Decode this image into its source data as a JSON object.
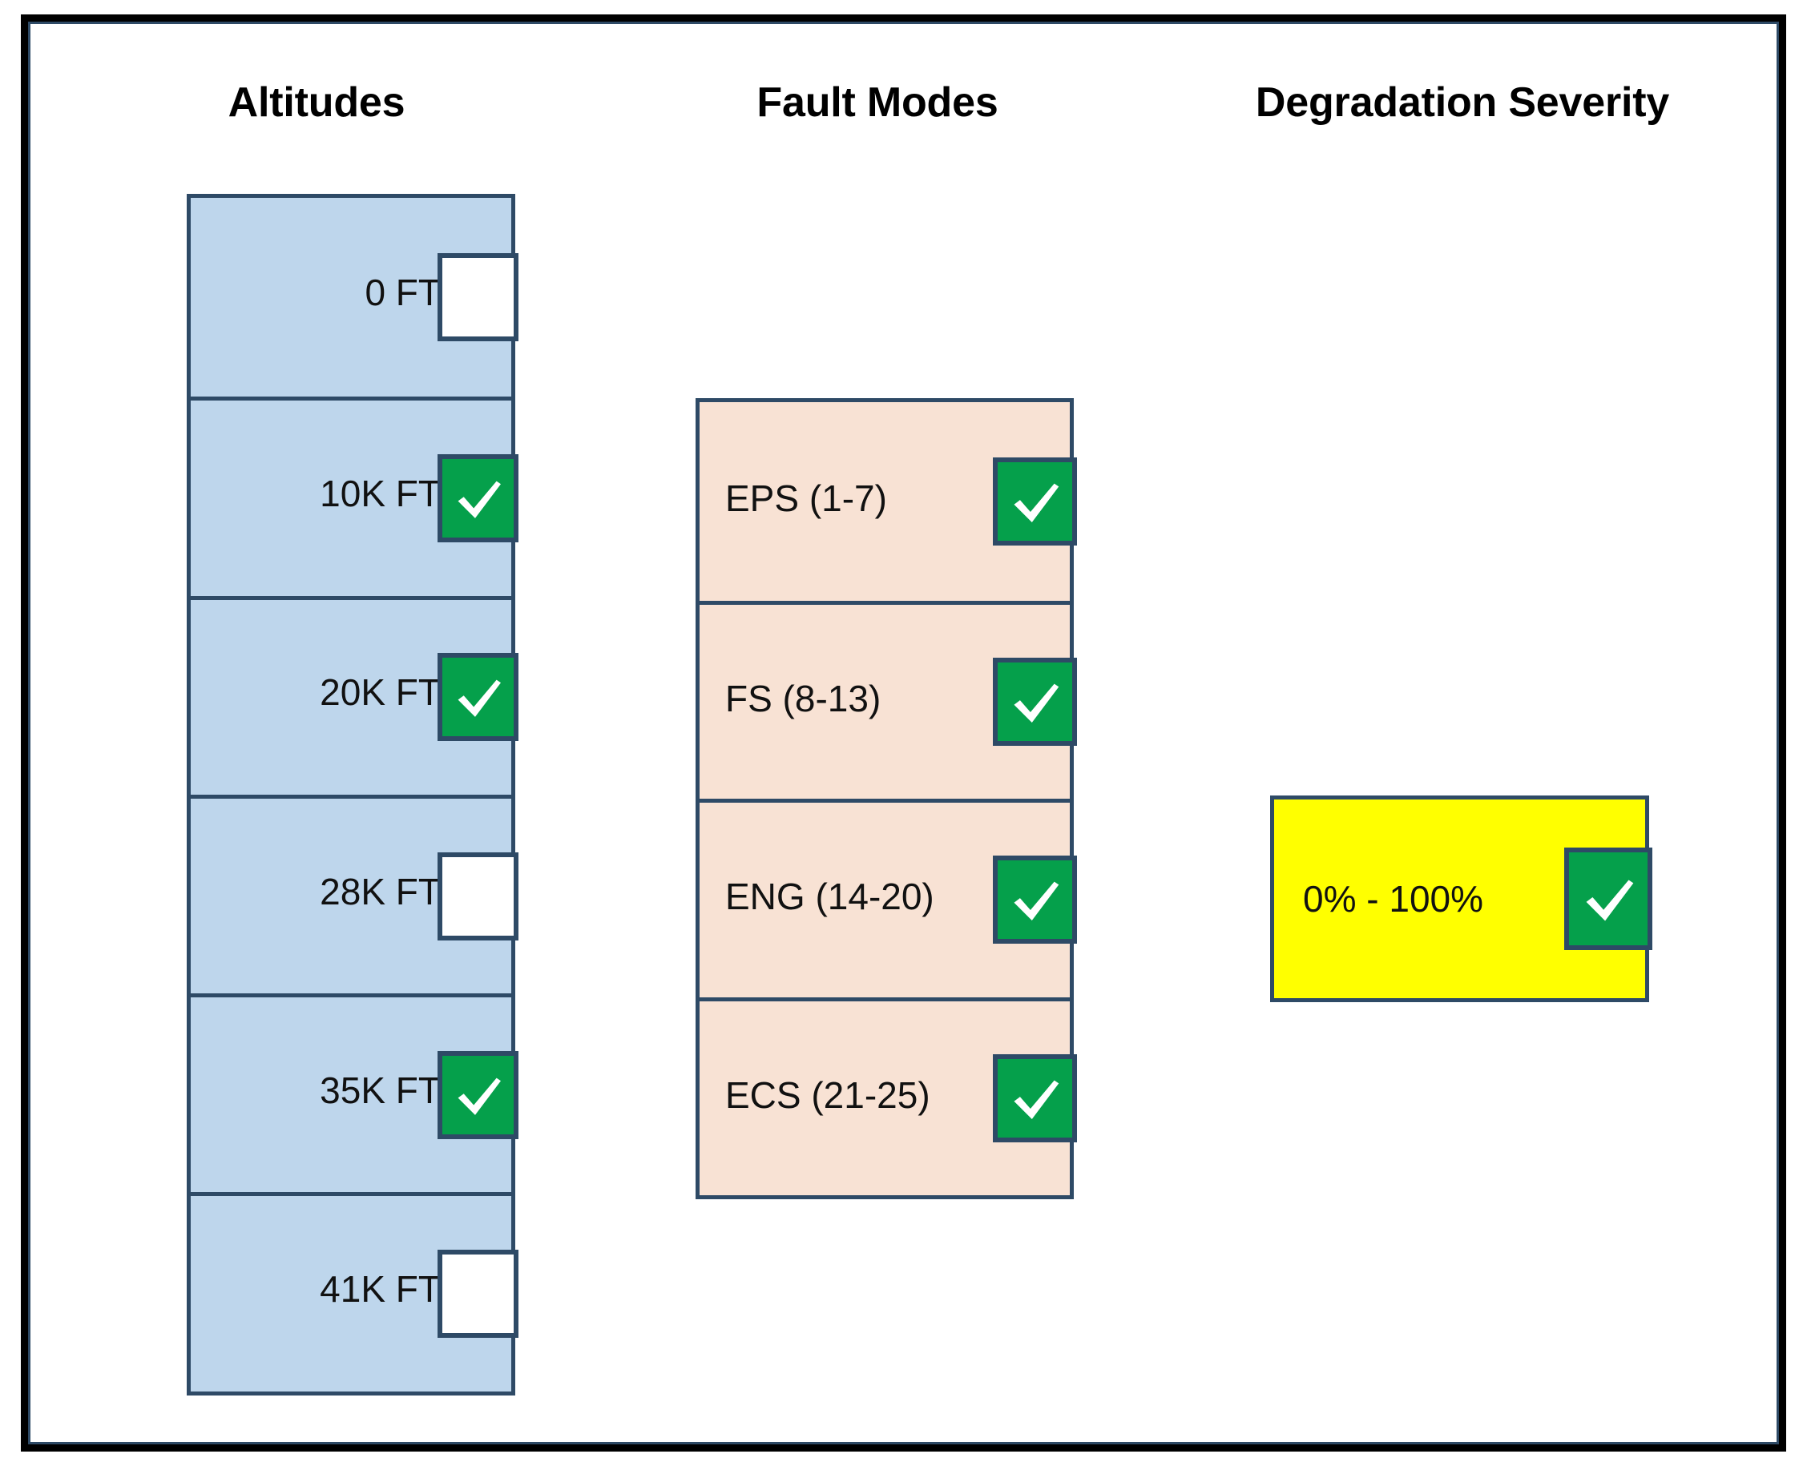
{
  "columns": {
    "altitudes": {
      "header": "Altitudes",
      "rows": [
        {
          "label": "0 FT",
          "checked": false
        },
        {
          "label": "10K FT",
          "checked": true
        },
        {
          "label": "20K FT",
          "checked": true
        },
        {
          "label": "28K FT",
          "checked": false
        },
        {
          "label": "35K FT",
          "checked": true
        },
        {
          "label": "41K FT",
          "checked": false
        }
      ]
    },
    "fault_modes": {
      "header": "Fault Modes",
      "rows": [
        {
          "label": "EPS (1-7)",
          "checked": true
        },
        {
          "label": "FS (8-13)",
          "checked": true
        },
        {
          "label": "ENG (14-20)",
          "checked": true
        },
        {
          "label": "ECS (21-25)",
          "checked": true
        }
      ]
    },
    "degradation_severity": {
      "header": "Degradation Severity",
      "rows": [
        {
          "label": "0% - 100%",
          "checked": true
        }
      ]
    }
  },
  "colors": {
    "altitude_fill": "#BED6EC",
    "fault_fill": "#F8E2D4",
    "severity_fill": "#FFFF00",
    "border": "#2E4A66",
    "outer_border": "#000000",
    "checked_fill": "#05A04B",
    "unchecked_fill": "#FFFFFF",
    "check_mark": "#FFFFFF"
  },
  "icons": {
    "check": "check-icon"
  }
}
